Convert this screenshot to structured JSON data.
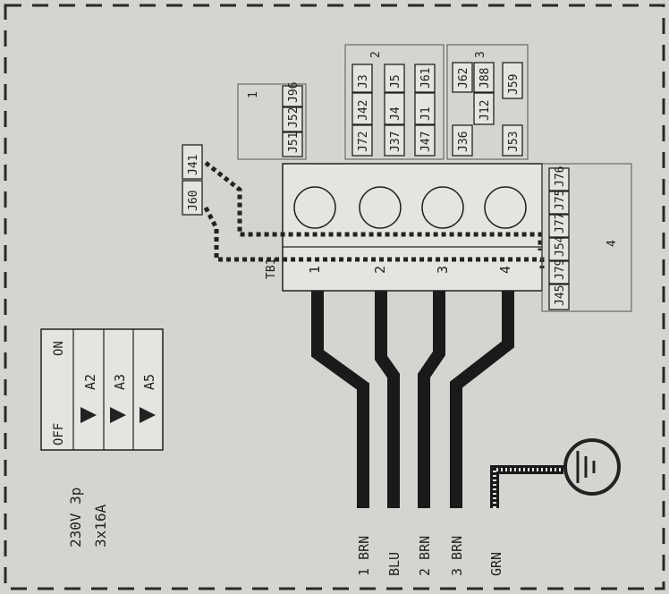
{
  "colors": {
    "paper": "#d6d4d0",
    "ink": "#222222",
    "wire": "#1a1a1a",
    "box_fill": "#e6e4e0",
    "dashed_border": "#2a2a2a"
  },
  "supply": {
    "line1": "230V 3p",
    "line2": "3x16A"
  },
  "switch_table": {
    "off_label": "OFF",
    "on_label": "ON",
    "rows": [
      "A2",
      "A3",
      "A5"
    ]
  },
  "terminal_block": {
    "label": "TB1",
    "numbers": [
      "1",
      "2",
      "3",
      "4"
    ]
  },
  "wires": [
    "1 BRN",
    "BLU",
    "2 BRN",
    "3 BRN",
    "GRN"
  ],
  "groups": {
    "g1": {
      "number": "1",
      "connectors": [
        "J51",
        "J52",
        "J96"
      ]
    },
    "g2": {
      "number": "2",
      "col_a": [
        "J72",
        "J37",
        "J47"
      ],
      "col_b": [
        "J42",
        "J4",
        "J1"
      ],
      "col_c": [
        "J3",
        "J5",
        "J61"
      ]
    },
    "g3": {
      "number": "3",
      "col_a": [
        "J36",
        "J12",
        "J88",
        "J62"
      ],
      "col_b": [
        "J53",
        "J59"
      ]
    },
    "g4": {
      "number": "4",
      "connectors": [
        "J45",
        "J79",
        "J54",
        "J77",
        "J75",
        "J76"
      ]
    },
    "side": [
      "J60",
      "J41"
    ]
  }
}
